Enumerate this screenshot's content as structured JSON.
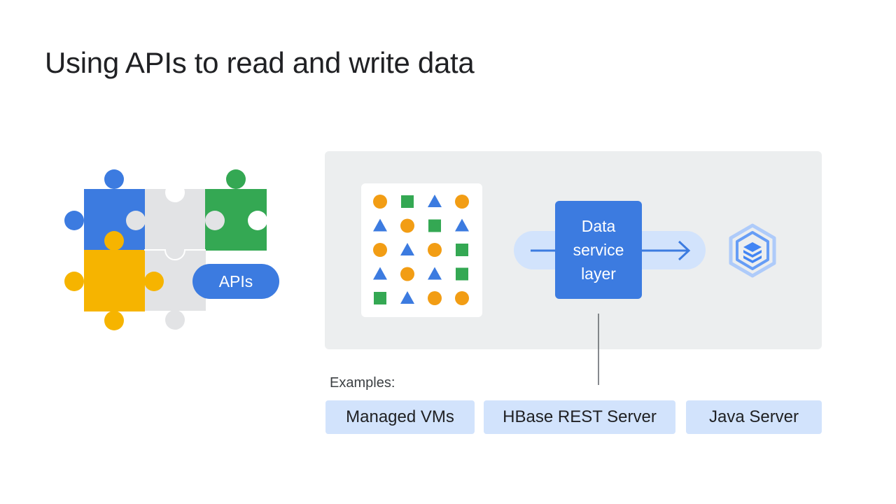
{
  "slide": {
    "title": "Using APIs to read and write data"
  },
  "puzzle": {
    "apis_label": "APIs",
    "colors": {
      "blue": "#3c7be0",
      "green": "#34a853",
      "yellow": "#f6b400",
      "gray": "#e2e3e5"
    }
  },
  "diagram": {
    "data_service_layer": "Data service layer",
    "grid_shapes": [
      [
        "circle",
        "square",
        "triangle",
        "circle"
      ],
      [
        "triangle",
        "circle",
        "square",
        "triangle"
      ],
      [
        "circle",
        "triangle",
        "circle",
        "square"
      ],
      [
        "triangle",
        "circle",
        "triangle",
        "square"
      ],
      [
        "square",
        "triangle",
        "circle",
        "circle"
      ]
    ],
    "shape_colors": {
      "circle": "#f29d14",
      "square": "#34a853",
      "triangle": "#3c7be0"
    },
    "destination_icon": "bigtable-icon",
    "flow_arrow_icon": "arrow-right-icon"
  },
  "examples": {
    "label": "Examples:",
    "items": [
      "Managed VMs",
      "HBase REST Server",
      "Java Server"
    ]
  }
}
